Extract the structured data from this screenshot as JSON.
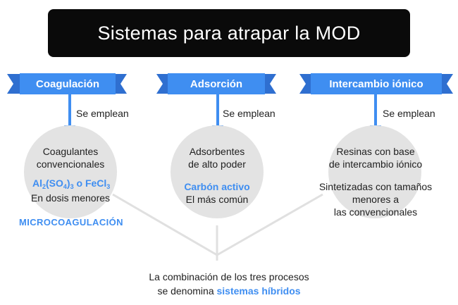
{
  "title": "Sistemas para atrapar la MOD",
  "colors": {
    "blue": "#3f8ef1",
    "dark_blue": "#2f6fd0",
    "circle": "#e3e3e3",
    "title_bg": "#0a0a0a"
  },
  "columns": [
    {
      "header": "Coagulación",
      "connector": "Se emplean",
      "line1": "Coagulantes",
      "line2": "convencionales",
      "formula": {
        "al": "Al",
        "s2": "2",
        "so": "(SO",
        "s4": "4",
        "close": ")",
        "s3": "3",
        "mid": " o FeCl",
        "s3b": "3"
      },
      "line3": "En dosis menores",
      "highlight": "MICROCOAGULACIÓN"
    },
    {
      "header": "Adsorción",
      "connector": "Se emplean",
      "line1": "Adsorbentes",
      "line2": "de alto poder",
      "highlight": "Carbón activo",
      "line3": "El más común"
    },
    {
      "header": "Intercambio iónico",
      "connector": "Se emplean",
      "line1": "Resinas con base",
      "line2": "de intercambio iónico",
      "line3": "Sintetizadas con tamaños",
      "line4": "menores a",
      "line5": "las convencionales"
    }
  ],
  "footer": {
    "line1": "La combinación de los tres procesos",
    "line2_prefix": "se denomina ",
    "line2_highlight": "sistemas híbridos"
  }
}
